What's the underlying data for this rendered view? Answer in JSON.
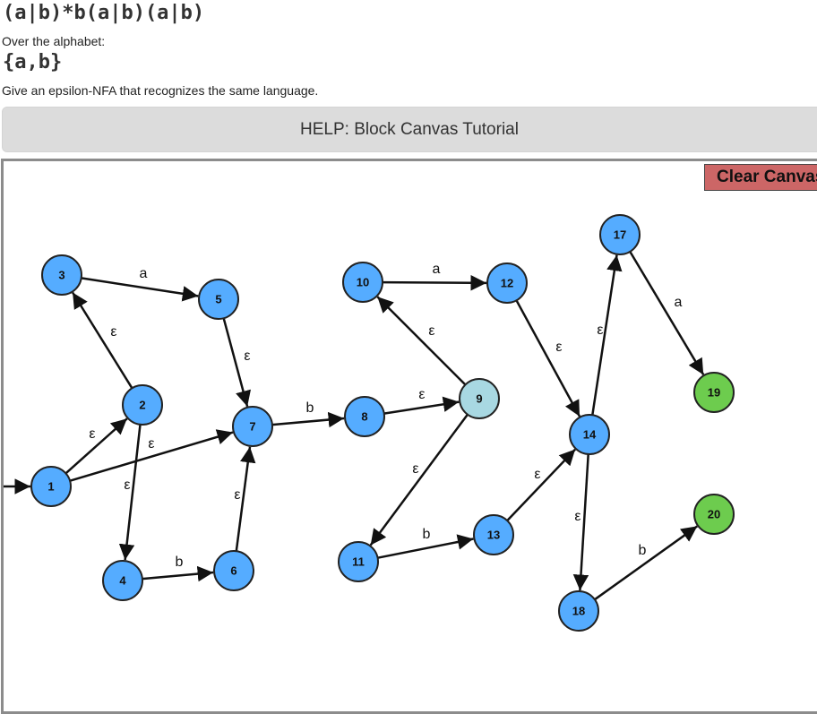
{
  "header": {
    "regex": "(a|b)*b(a|b)(a|b)",
    "alphabet_label": "Over the alphabet:",
    "alphabet": "{a,b}",
    "instruction": "Give an epsilon-NFA that recognizes the same language."
  },
  "help_button": {
    "label": "HELP: Block Canvas Tutorial"
  },
  "canvas": {
    "clear_label": "Clear Canvas",
    "start_state": "1",
    "colors": {
      "normal": "#55acff",
      "highlight": "#a8d8e2",
      "accept": "#6dcc4e"
    },
    "states": [
      {
        "id": "1",
        "type": "normal"
      },
      {
        "id": "2",
        "type": "normal"
      },
      {
        "id": "3",
        "type": "normal"
      },
      {
        "id": "4",
        "type": "normal"
      },
      {
        "id": "5",
        "type": "normal"
      },
      {
        "id": "6",
        "type": "normal"
      },
      {
        "id": "7",
        "type": "normal"
      },
      {
        "id": "8",
        "type": "normal"
      },
      {
        "id": "9",
        "type": "highlight"
      },
      {
        "id": "10",
        "type": "normal"
      },
      {
        "id": "11",
        "type": "normal"
      },
      {
        "id": "12",
        "type": "normal"
      },
      {
        "id": "13",
        "type": "normal"
      },
      {
        "id": "14",
        "type": "normal"
      },
      {
        "id": "17",
        "type": "normal"
      },
      {
        "id": "18",
        "type": "normal"
      },
      {
        "id": "19",
        "type": "accept"
      },
      {
        "id": "20",
        "type": "accept"
      }
    ],
    "transitions": [
      {
        "from": "1",
        "to": "2",
        "label": "ε"
      },
      {
        "from": "1",
        "to": "7",
        "label": "ε"
      },
      {
        "from": "2",
        "to": "3",
        "label": "ε"
      },
      {
        "from": "2",
        "to": "4",
        "label": "ε"
      },
      {
        "from": "3",
        "to": "5",
        "label": "a"
      },
      {
        "from": "5",
        "to": "7",
        "label": "ε"
      },
      {
        "from": "4",
        "to": "6",
        "label": "b"
      },
      {
        "from": "6",
        "to": "7",
        "label": "ε"
      },
      {
        "from": "7",
        "to": "8",
        "label": "b"
      },
      {
        "from": "8",
        "to": "9",
        "label": "ε"
      },
      {
        "from": "9",
        "to": "10",
        "label": "ε"
      },
      {
        "from": "9",
        "to": "11",
        "label": "ε"
      },
      {
        "from": "10",
        "to": "12",
        "label": "a"
      },
      {
        "from": "11",
        "to": "13",
        "label": "b"
      },
      {
        "from": "12",
        "to": "14",
        "label": "ε"
      },
      {
        "from": "13",
        "to": "14",
        "label": "ε"
      },
      {
        "from": "14",
        "to": "17",
        "label": "ε"
      },
      {
        "from": "14",
        "to": "18",
        "label": "ε"
      },
      {
        "from": "17",
        "to": "19",
        "label": "a"
      },
      {
        "from": "18",
        "to": "20",
        "label": "b"
      }
    ]
  }
}
